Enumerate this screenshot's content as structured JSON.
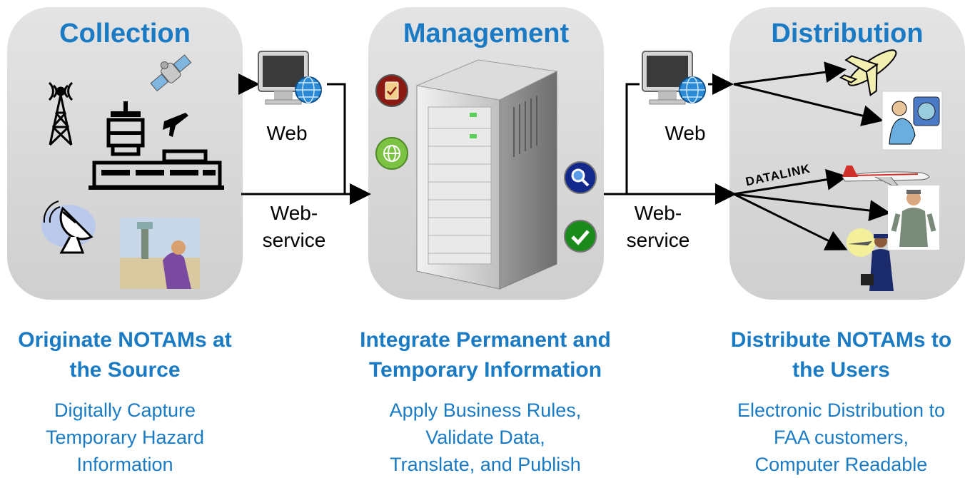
{
  "panels": {
    "collection": {
      "title": "Collection"
    },
    "management": {
      "title": "Management"
    },
    "distribution": {
      "title": "Distribution"
    }
  },
  "connectors": {
    "left_web": "Web",
    "left_webservice": [
      "Web-",
      "service"
    ],
    "right_web": "Web",
    "right_webservice": [
      "Web-",
      "service"
    ],
    "datalink": "DATALINK"
  },
  "columns": [
    {
      "heading": [
        "Originate NOTAMs at",
        "the Source"
      ],
      "desc": [
        "Digitally Capture",
        "Temporary Hazard",
        "Information"
      ]
    },
    {
      "heading": [
        "Integrate Permanent and",
        "Temporary Information"
      ],
      "desc": [
        "Apply Business Rules,",
        "Validate Data,",
        "Translate, and Publish"
      ]
    },
    {
      "heading": [
        "Distribute NOTAMs to",
        "the Users"
      ],
      "desc": [
        "Electronic Distribution to",
        "FAA customers,",
        "Computer Readable"
      ]
    }
  ],
  "colors": {
    "accent": "#1a7bc4",
    "panel": "#d9d9d9"
  }
}
